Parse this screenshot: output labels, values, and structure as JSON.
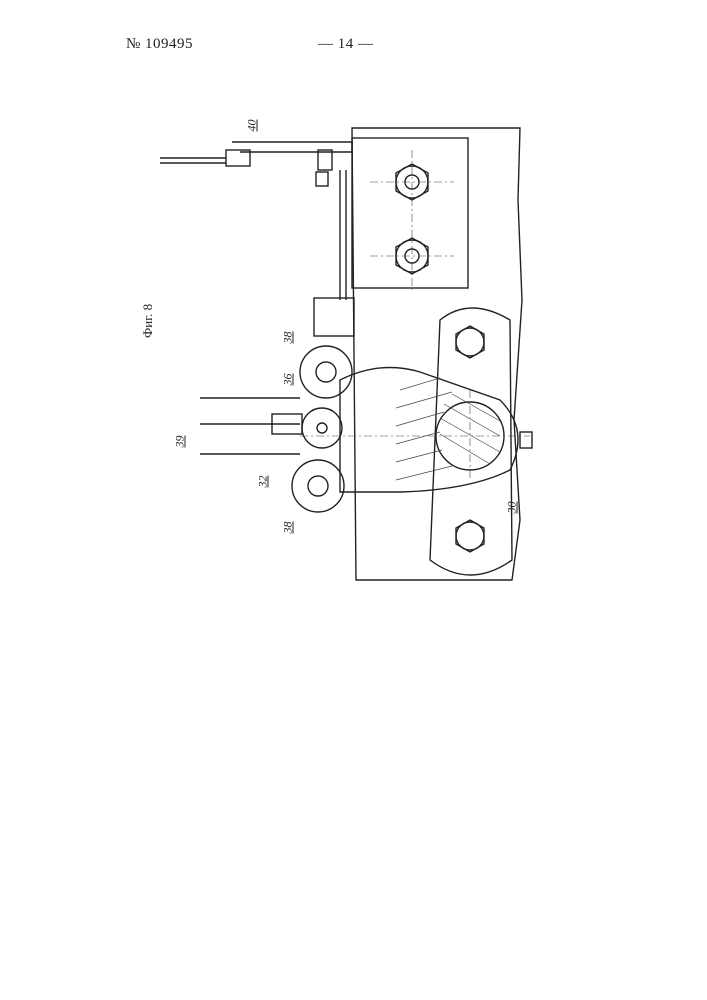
{
  "header": {
    "patent_number": "№ 109495",
    "page_number": "— 14 —"
  },
  "figure": {
    "caption": "Фиг. 8",
    "labels": {
      "part_40": "40",
      "part_38_top": "38",
      "part_36": "36",
      "part_39": "39",
      "part_32": "32",
      "part_38_bottom": "38",
      "part_30": "30"
    }
  },
  "colors": {
    "ink": "#222222",
    "paper": "#ffffff"
  }
}
